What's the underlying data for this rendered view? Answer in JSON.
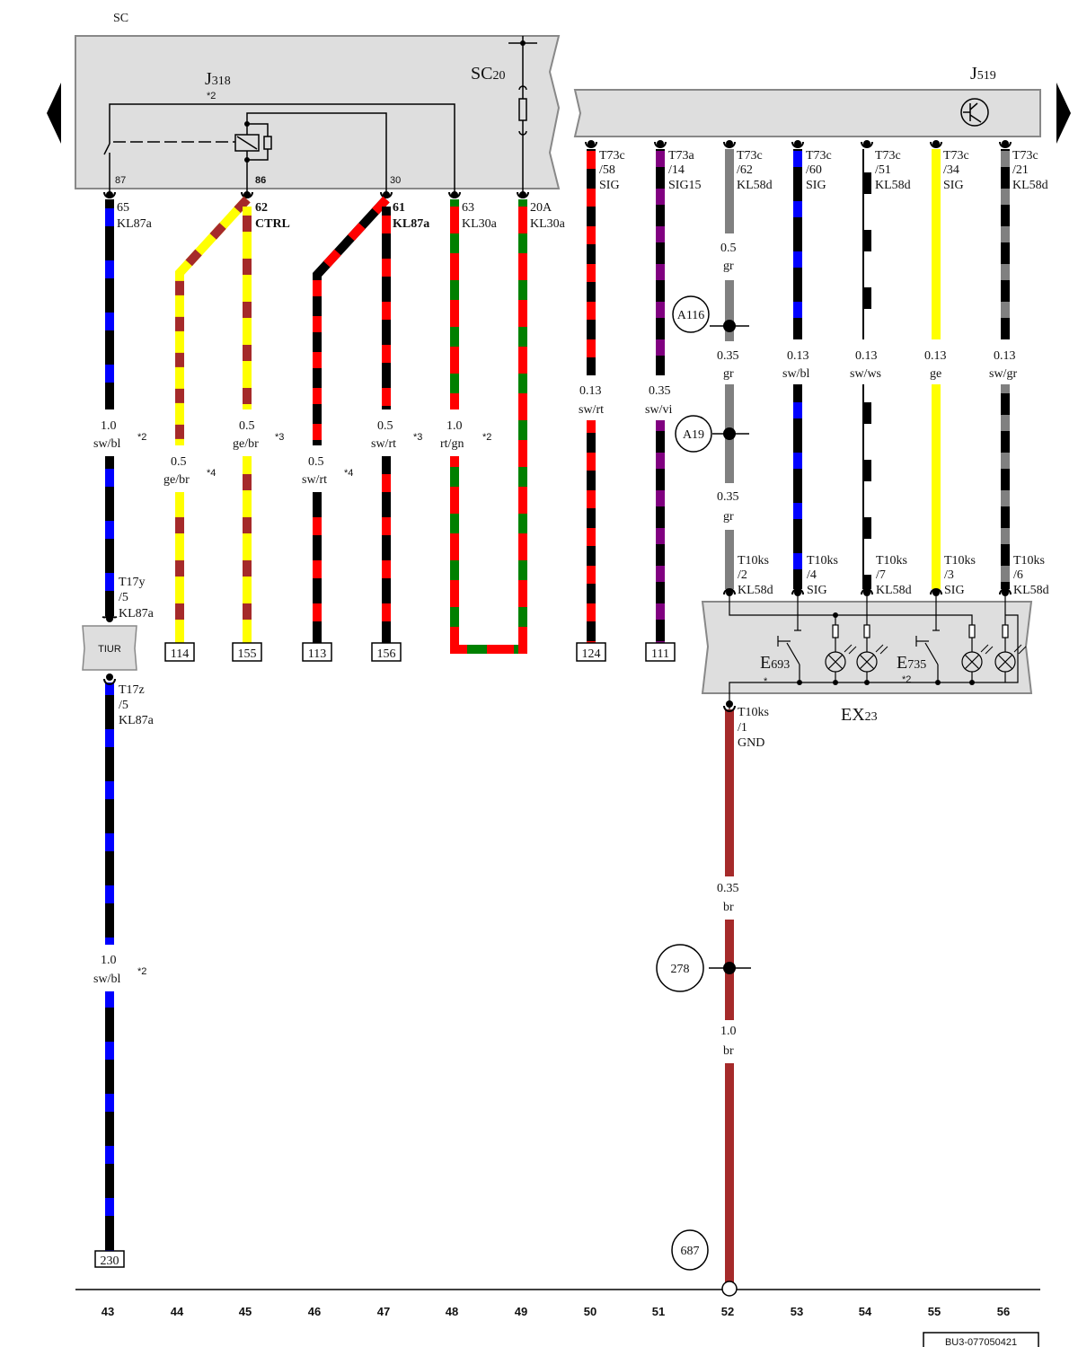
{
  "diagram": {
    "section_label": "SC",
    "doc_id": "BU3-077050421",
    "colors": {
      "sw": "#000000",
      "bl": "#0000ff",
      "rt": "#ff0000",
      "gn": "#008000",
      "ge": "#ffff00",
      "br": "#a52a2a",
      "vi": "#800080",
      "gr": "#808080",
      "ws": "#ffffff",
      "housing": "#dedede"
    },
    "components": {
      "sc": {
        "label": "SC"
      },
      "j318": {
        "name": "J",
        "sub": "318",
        "note": "*2",
        "pins": {
          "p87": "87",
          "p86": "86",
          "p30": "30"
        }
      },
      "sc20": {
        "name": "SC",
        "sub": "20"
      },
      "j519": {
        "name": "J",
        "sub": "519"
      },
      "tiur": {
        "label": "TIUR"
      },
      "ex23": {
        "name": "EX",
        "sub": "23"
      },
      "e693": {
        "name": "E",
        "sub": "693",
        "note": "*"
      },
      "e735": {
        "name": "E",
        "sub": "735",
        "note": "*2"
      }
    },
    "terminals": {
      "t65": {
        "pin": "65",
        "sig": "KL87a"
      },
      "t62": {
        "pin": "62",
        "sig": "CTRL"
      },
      "t61": {
        "pin": "61",
        "sig": "KL87a"
      },
      "t63": {
        "pin": "63",
        "sig": "KL30a"
      },
      "t20a": {
        "pin": "20A",
        "sig": "KL30a"
      },
      "t73c58": {
        "conn": "T73c",
        "pin": "/58",
        "sig": "SIG"
      },
      "t73a14": {
        "conn": "T73a",
        "pin": "/14",
        "sig": "SIG15"
      },
      "t73c62": {
        "conn": "T73c",
        "pin": "/62",
        "sig": "KL58d"
      },
      "t73c60": {
        "conn": "T73c",
        "pin": "/60",
        "sig": "SIG"
      },
      "t73c51": {
        "conn": "T73c",
        "pin": "/51",
        "sig": "KL58d"
      },
      "t73c34": {
        "conn": "T73c",
        "pin": "/34",
        "sig": "SIG"
      },
      "t73c21": {
        "conn": "T73c",
        "pin": "/21",
        "sig": "KL58d"
      },
      "t17y": {
        "conn": "T17y",
        "pin": "/5",
        "sig": "KL87a"
      },
      "t17z": {
        "conn": "T17z",
        "pin": "/5",
        "sig": "KL87a"
      },
      "t10ks2": {
        "conn": "T10ks",
        "pin": "/2",
        "sig": "KL58d"
      },
      "t10ks4": {
        "conn": "T10ks",
        "pin": "/4",
        "sig": "SIG"
      },
      "t10ks7": {
        "conn": "T10ks",
        "pin": "/7",
        "sig": "KL58d"
      },
      "t10ks3": {
        "conn": "T10ks",
        "pin": "/3",
        "sig": "SIG"
      },
      "t10ks6": {
        "conn": "T10ks",
        "pin": "/6",
        "sig": "KL58d"
      },
      "t10ks1": {
        "conn": "T10ks",
        "pin": "/1",
        "sig": "GND"
      }
    },
    "wire_labels": {
      "w43a": {
        "size": "1.0",
        "color": "sw/bl",
        "note": "*2"
      },
      "w43b": {
        "size": "1.0",
        "color": "sw/bl",
        "note": "*2"
      },
      "w44": {
        "size": "0.5",
        "color": "ge/br",
        "note": "*4"
      },
      "w45": {
        "size": "0.5",
        "color": "ge/br",
        "note": "*3"
      },
      "w46": {
        "size": "0.5",
        "color": "sw/rt",
        "note": "*4"
      },
      "w47": {
        "size": "0.5",
        "color": "sw/rt",
        "note": "*3"
      },
      "w48": {
        "size": "1.0",
        "color": "rt/gn",
        "note": "*2"
      },
      "w50": {
        "size": "0.13",
        "color": "sw/rt"
      },
      "w51": {
        "size": "0.35",
        "color": "sw/vi"
      },
      "w52a": {
        "size": "0.5",
        "color": "gr"
      },
      "w52b": {
        "size": "0.35",
        "color": "gr"
      },
      "w52c": {
        "size": "0.35",
        "color": "gr"
      },
      "w52d": {
        "size": "0.35",
        "color": "br"
      },
      "w52e": {
        "size": "1.0",
        "color": "br"
      },
      "w53": {
        "size": "0.13",
        "color": "sw/bl"
      },
      "w54": {
        "size": "0.13",
        "color": "sw/ws"
      },
      "w55": {
        "size": "0.13",
        "color": "ge"
      },
      "w56": {
        "size": "0.13",
        "color": "sw/gr"
      }
    },
    "splices": {
      "a116": "A116",
      "a19": "A19",
      "s278": "278",
      "g687": "687"
    },
    "continuation_refs": {
      "r230": "230",
      "r114": "114",
      "r155": "155",
      "r113": "113",
      "r156": "156",
      "r124": "124",
      "r111": "111"
    },
    "columns": [
      "43",
      "44",
      "45",
      "46",
      "47",
      "48",
      "49",
      "50",
      "51",
      "52",
      "53",
      "54",
      "55",
      "56"
    ]
  }
}
